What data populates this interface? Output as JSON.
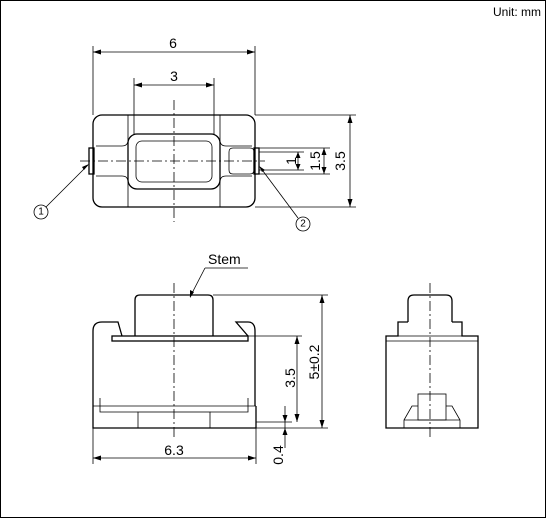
{
  "unit_label": "Unit: mm",
  "top_view": {
    "width_dim": "6",
    "stem_width_dim": "3",
    "dim_1": "1",
    "dim_1_5": "1.5",
    "height_dim": "3.5",
    "terminal_1": "1",
    "terminal_2": "2"
  },
  "front_view": {
    "stem_label": "Stem",
    "body_height_dim": "3.5",
    "total_height_dim": "5±0.2",
    "base_width_dim": "6.3",
    "standoff_dim": "0.4"
  }
}
